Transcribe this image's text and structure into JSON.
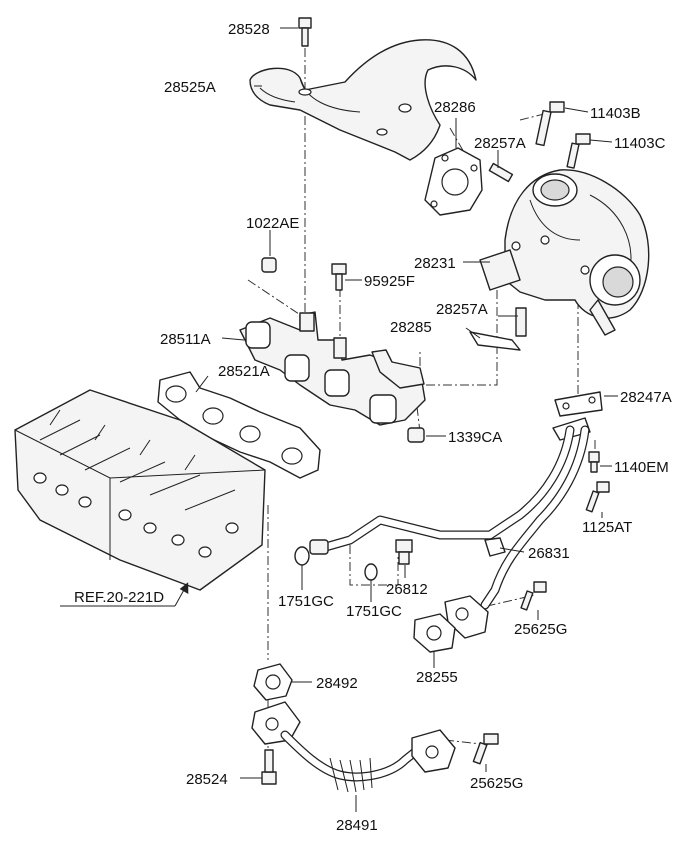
{
  "labels": {
    "p28528": "28528",
    "p28525A": "28525A",
    "p28286": "28286",
    "p11403B": "11403B",
    "p28257A_top": "28257A",
    "p11403C": "11403C",
    "p1022AE": "1022AE",
    "p28231": "28231",
    "p95925F": "95925F",
    "p28257A_bot": "28257A",
    "p28285": "28285",
    "p28511A": "28511A",
    "p28521A": "28521A",
    "p28247A": "28247A",
    "p1339CA": "1339CA",
    "p1140EM": "1140EM",
    "p1125AT": "1125AT",
    "p26831": "26831",
    "p1751GC_left": "1751GC",
    "p26812": "26812",
    "p1751GC_right": "1751GC",
    "p25625G_upper": "25625G",
    "p28255": "28255",
    "p28492": "28492",
    "p28524": "28524",
    "p25625G_lower": "25625G",
    "p28491": "28491",
    "ref": "REF.20-221D"
  }
}
